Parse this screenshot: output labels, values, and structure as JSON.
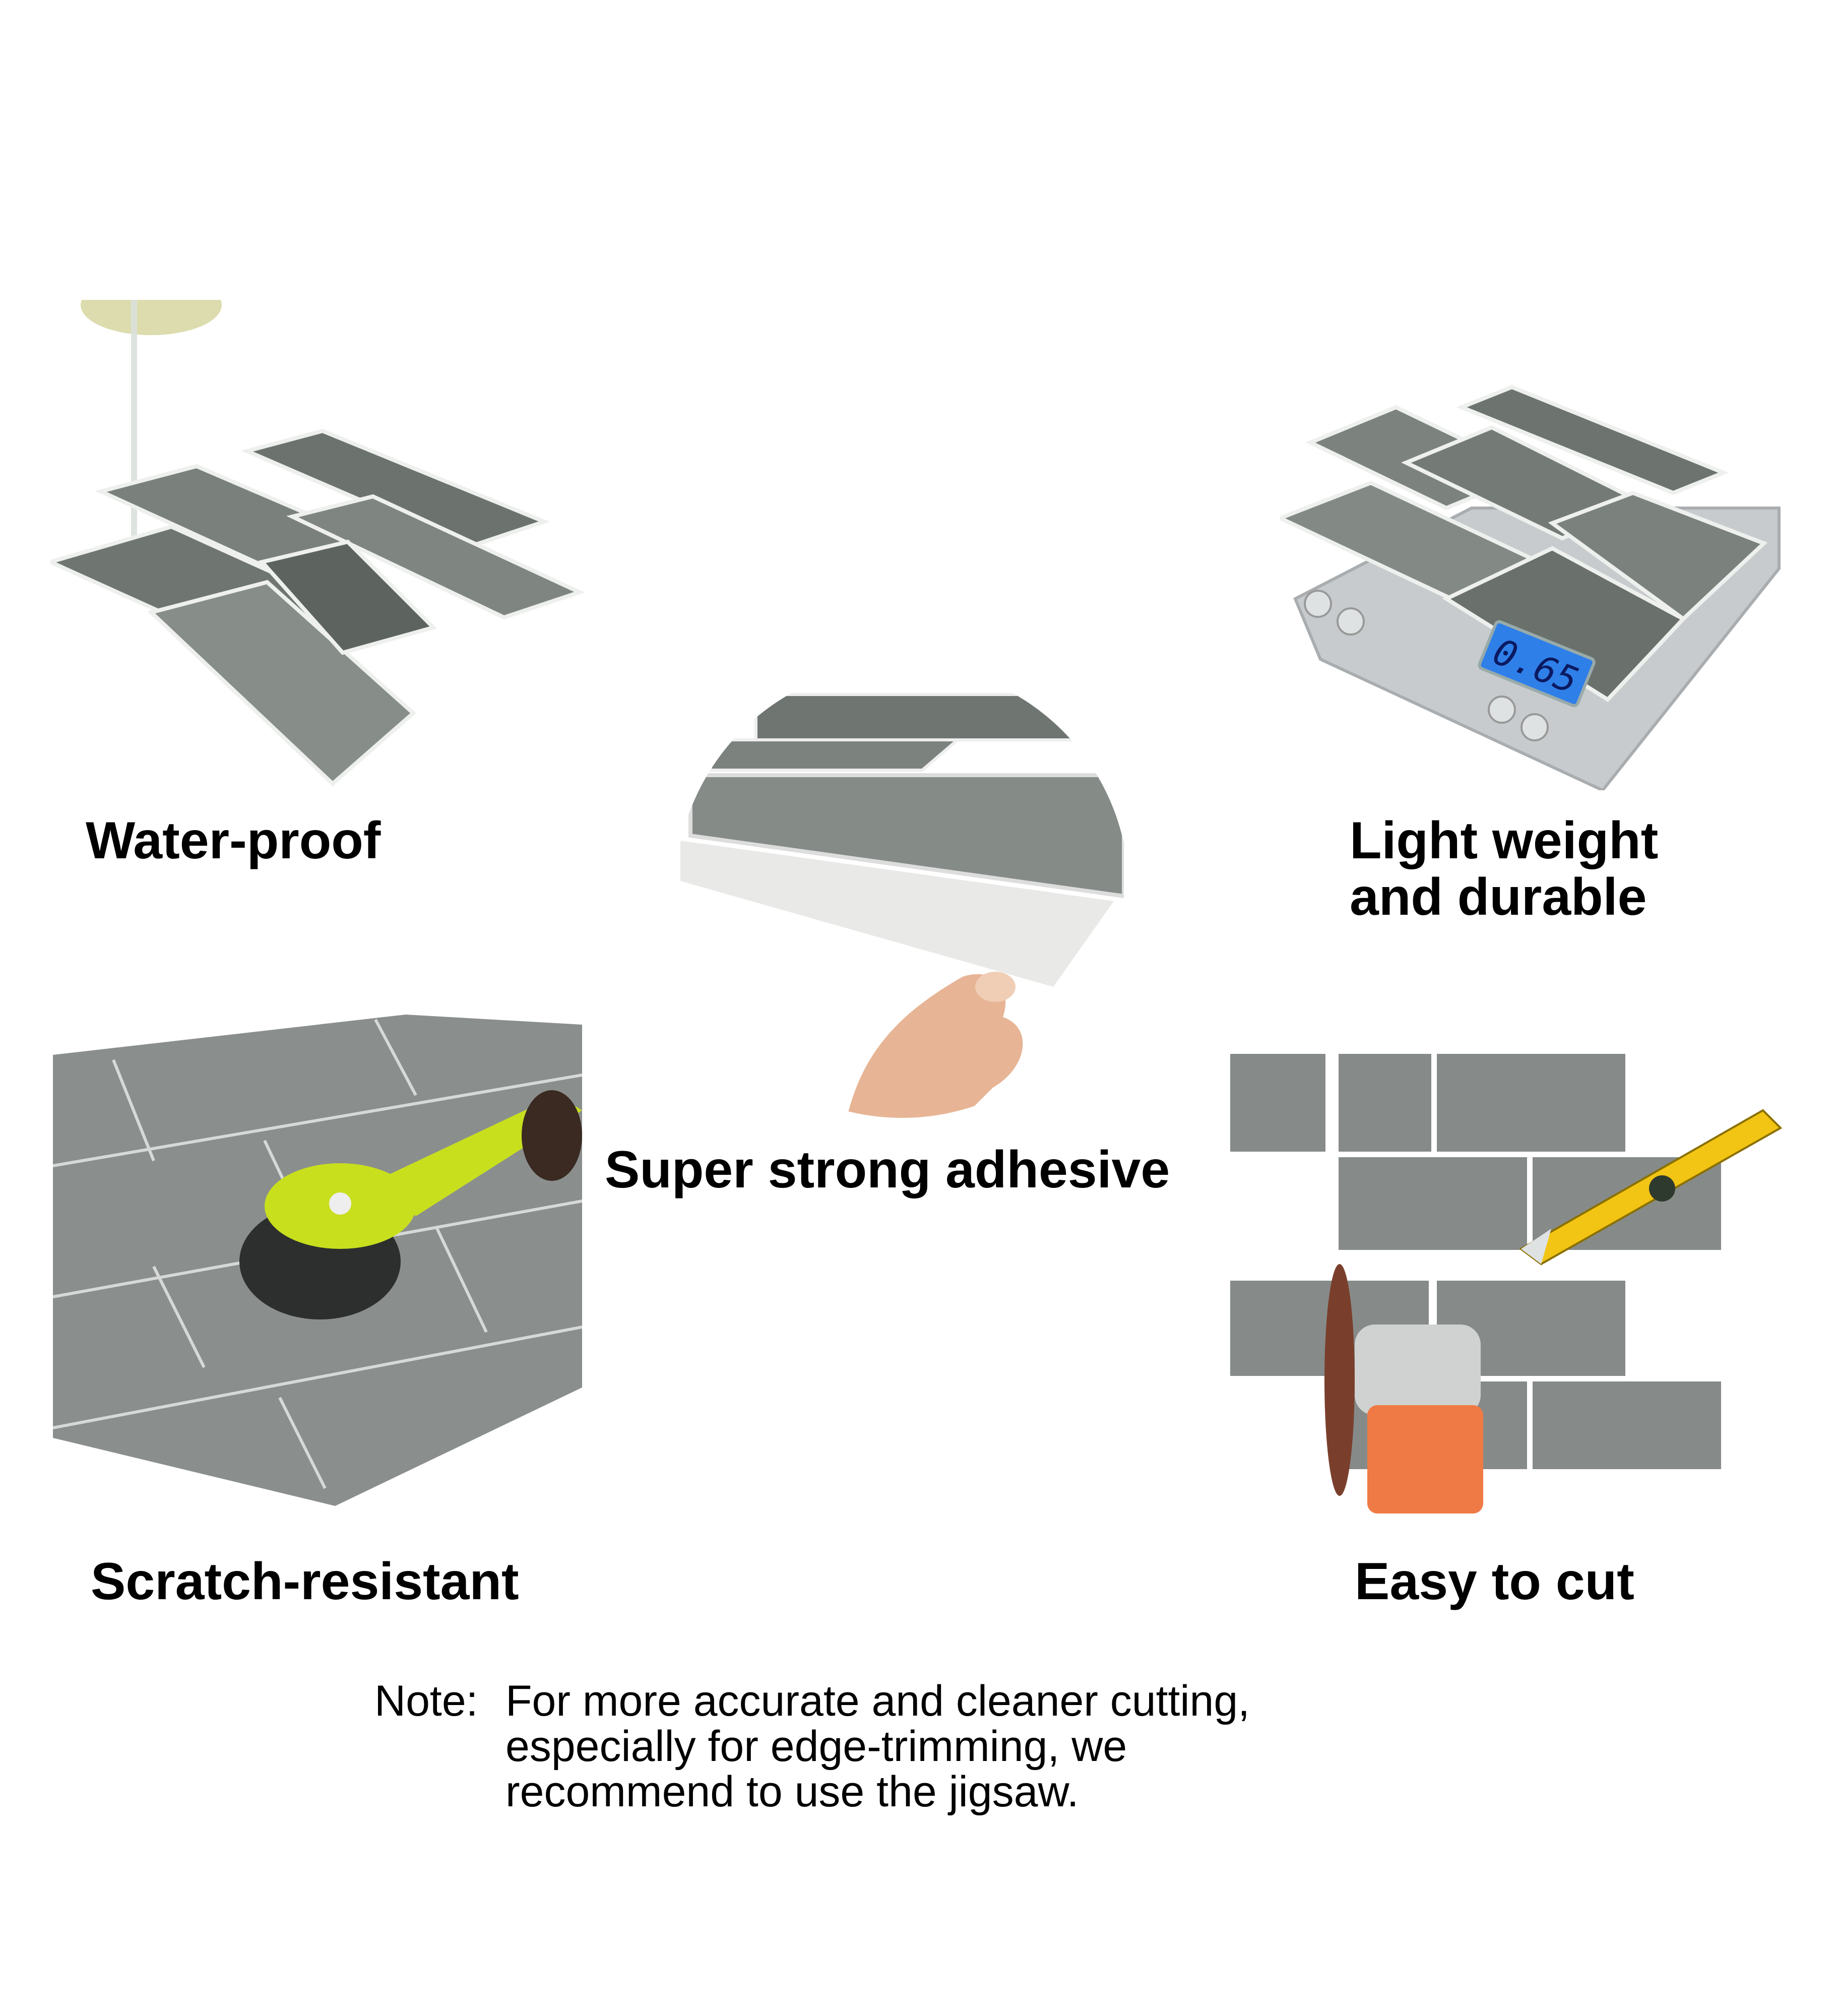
{
  "features": {
    "waterproof": {
      "label": "Water-proof"
    },
    "lightweight": {
      "label_line1": "Light weight",
      "label_line2": "and durable",
      "scale_reading": "0.65"
    },
    "adhesive": {
      "label": "Super strong adhesive"
    },
    "scratch": {
      "label": "Scratch-resistant"
    },
    "cut": {
      "label": "Easy to cut"
    }
  },
  "note": {
    "prefix": "Note:",
    "line1": "For more accurate and cleaner cutting,",
    "line2": "especially for edge-trimming, we",
    "line3": "recommend to use the jigsaw."
  },
  "colors": {
    "tile": "#7d8480",
    "grout": "#e6e8e6",
    "lcd": "#2f7fe8",
    "knife": "#f2c413",
    "grinder": "#f07a45",
    "brush": "#c8df1e"
  }
}
